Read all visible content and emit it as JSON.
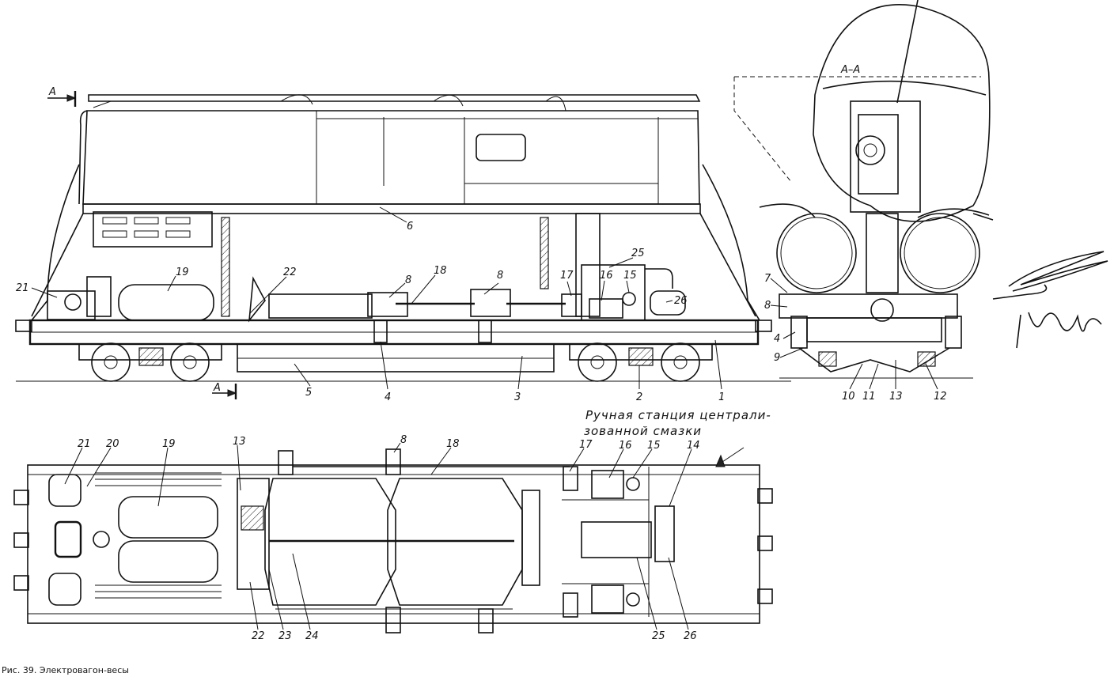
{
  "section_marks": {
    "a_top": "А",
    "a_bottom": "А",
    "section_title": "А–А"
  },
  "side_view_labels": [
    "21",
    "19",
    "22",
    "8",
    "18",
    "8",
    "25",
    "17",
    "16",
    "15",
    "26",
    "6",
    "4",
    "5",
    "3",
    "2",
    "1"
  ],
  "section_view_labels": [
    "7",
    "8",
    "4",
    "9",
    "10",
    "11",
    "13",
    "12"
  ],
  "plan_view_labels": [
    "21",
    "20",
    "19",
    "13",
    "8",
    "18",
    "17",
    "16",
    "15",
    "14",
    "22",
    "23",
    "24",
    "25",
    "26"
  ],
  "annotation": {
    "line1": "Ручная станция централи-",
    "line2": "зованной смазки"
  },
  "caption": "Рис. 39. Электровагон-весы"
}
